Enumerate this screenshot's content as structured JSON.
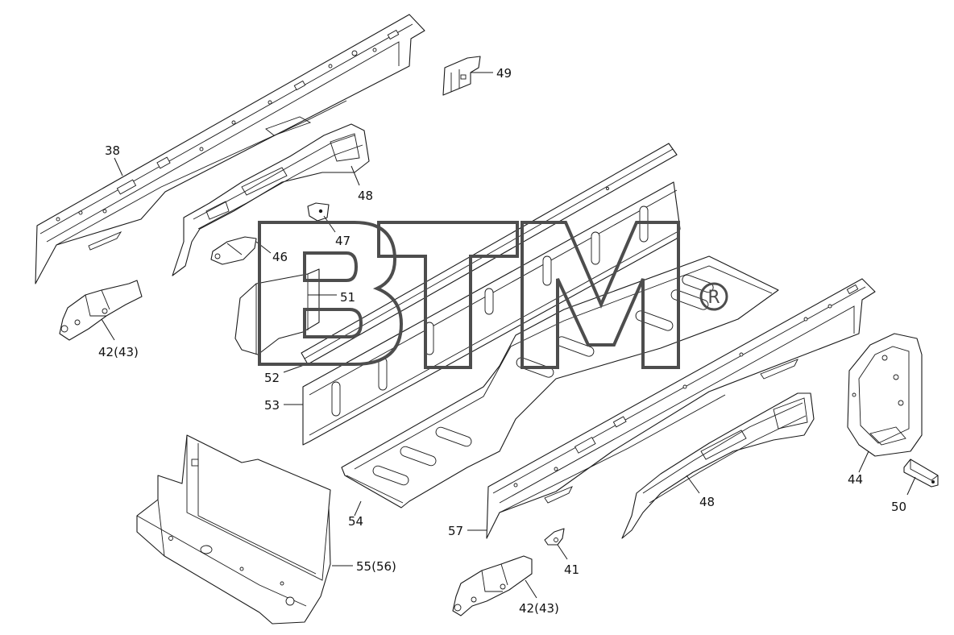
{
  "watermark": {
    "brand": "BTM",
    "registered_mark": "R"
  },
  "callouts": {
    "c38": "38",
    "c49": "49",
    "c48a": "48",
    "c47": "47",
    "c46": "46",
    "c51": "51",
    "c42a": "42(43)",
    "c52": "52",
    "c53": "53",
    "c54": "54",
    "c44": "44",
    "c48b": "48",
    "c50": "50",
    "c57": "57",
    "c41": "41",
    "c55": "55(56)",
    "c42b": "42(43)"
  }
}
